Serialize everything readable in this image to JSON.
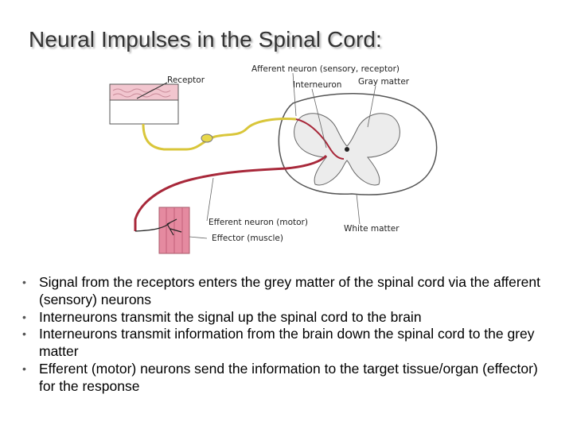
{
  "slide": {
    "title": "Neural Impulses in the Spinal Cord:"
  },
  "figure": {
    "labels": {
      "receptor": "Receptor",
      "afferent": "Afferent neuron (sensory, receptor)",
      "interneuron": "Interneuron",
      "gray_matter": "Gray matter",
      "efferent": "Efferent neuron (motor)",
      "effector": "Effector (muscle)",
      "white_matter": "White matter"
    },
    "colors": {
      "afferent_path": "#d9c63a",
      "efferent_path": "#a8283a",
      "interneuron": "#a8283a",
      "gray_matter": "#ececec",
      "skin": "#f2c6cf",
      "muscle": "#e58aa0"
    }
  },
  "bullets": [
    {
      "bullet": "•",
      "text": "Signal from the receptors enters the grey matter of the spinal cord via the afferent (sensory) neurons"
    },
    {
      "bullet": "•",
      "text": "Interneurons transmit the signal up the spinal cord to the brain"
    },
    {
      "bullet": "•",
      "text": "Interneurons transmit information from the brain down the spinal cord to the grey matter"
    },
    {
      "bullet": "•",
      "text": "Efferent (motor) neurons send the information to the target tissue/organ (effector) for the response"
    }
  ]
}
